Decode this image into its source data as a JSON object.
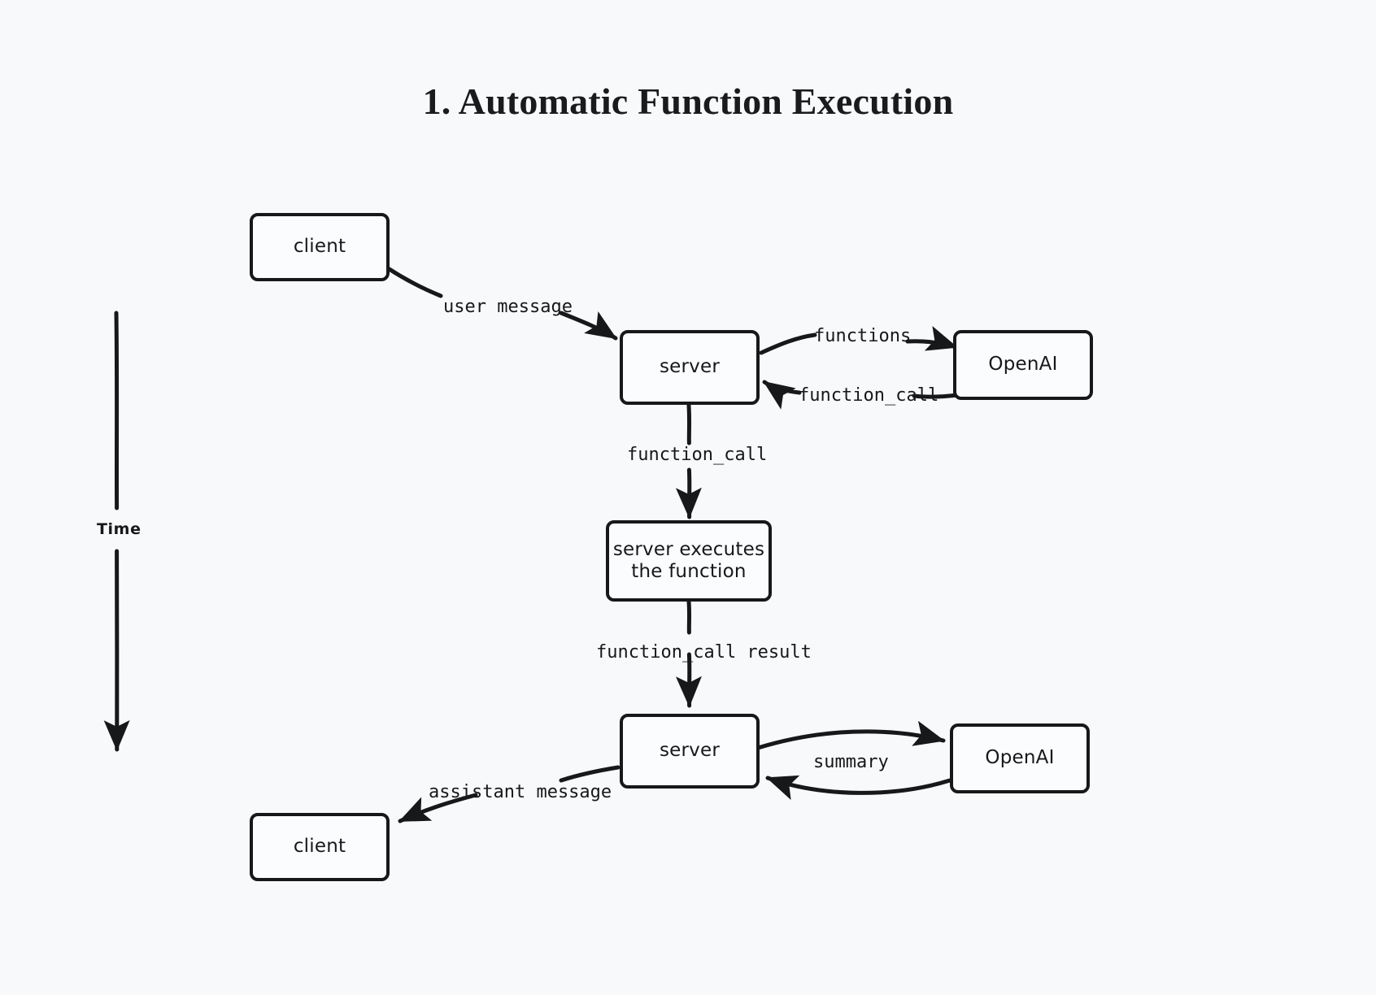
{
  "page": {
    "title": "1. Automatic Function Execution",
    "background_color": "#f7f9fb",
    "stroke_color": "#17181a"
  },
  "time_axis": {
    "label": "Time",
    "direction": "downward"
  },
  "nodes": [
    {
      "id": "client-top",
      "label": "client"
    },
    {
      "id": "server-top",
      "label": "server"
    },
    {
      "id": "openai-top",
      "label": "OpenAI"
    },
    {
      "id": "server-executes",
      "label_line1": "server executes",
      "label_line2": "the function"
    },
    {
      "id": "server-bottom",
      "label": "server"
    },
    {
      "id": "openai-bottom",
      "label": "OpenAI"
    },
    {
      "id": "client-bottom",
      "label": "client"
    }
  ],
  "edges": [
    {
      "id": "user-message",
      "label": "user message",
      "from": "client-top",
      "to": "server-top"
    },
    {
      "id": "functions",
      "label": "functions",
      "from": "server-top",
      "to": "openai-top"
    },
    {
      "id": "function-call-return",
      "label": "function_call",
      "from": "openai-top",
      "to": "server-top"
    },
    {
      "id": "function-call-down",
      "label": "function_call",
      "from": "server-top",
      "to": "server-executes"
    },
    {
      "id": "function-call-result",
      "label": "function_call result",
      "from": "server-executes",
      "to": "server-bottom"
    },
    {
      "id": "summary",
      "label": "summary",
      "from": "openai-bottom",
      "to": "server-bottom"
    },
    {
      "id": "assistant-message",
      "label": "assistant message",
      "from": "server-bottom",
      "to": "client-bottom"
    }
  ]
}
